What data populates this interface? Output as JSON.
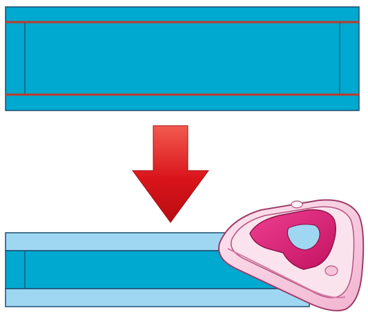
{
  "diagram": {
    "type": "sewing-step-illustration",
    "colors": {
      "fabric_main": "#00a9cf",
      "fabric_fold": "#9fd7f3",
      "fabric_outline": "#1c4b6e",
      "fold_line": "#c0392b",
      "arrow": "#d9141b",
      "iron_body": "#f5c6dc",
      "iron_handle": "#d81b73",
      "iron_outline": "#9c3b68"
    },
    "elements": [
      {
        "id": "fabric-before",
        "icon": "fabric-strip-with-fold-lines-icon"
      },
      {
        "id": "arrow",
        "icon": "red-down-arrow-icon"
      },
      {
        "id": "fabric-after",
        "icon": "folded-fabric-strip-icon"
      },
      {
        "id": "iron",
        "icon": "pink-iron-icon"
      }
    ]
  }
}
